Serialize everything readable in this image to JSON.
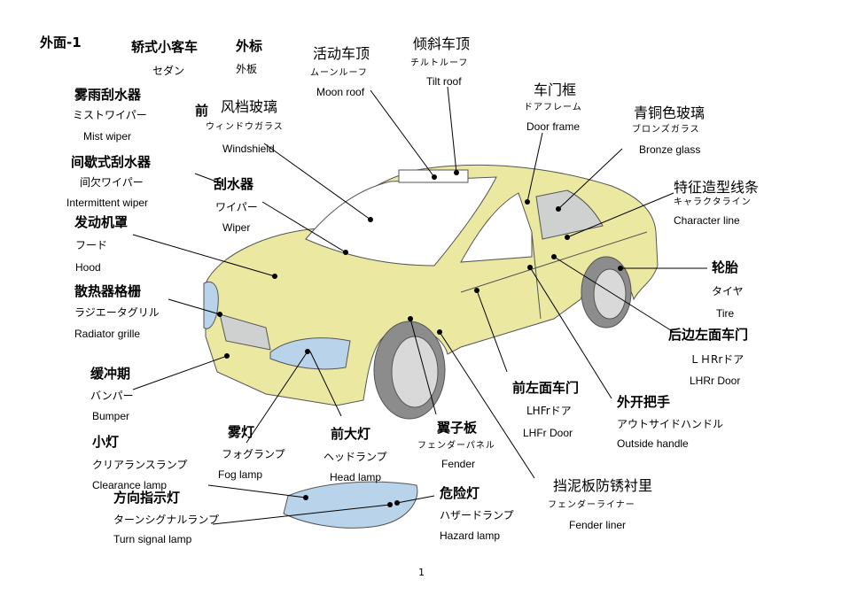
{
  "page": {
    "title": "外面-1",
    "page_number": "1"
  },
  "labels": {
    "sedan": {
      "zh": "轿式小客车",
      "jp": "セダン"
    },
    "exterior": {
      "zh": "外标",
      "jp": "外板"
    },
    "moon_roof": {
      "zh": "活动车顶",
      "jp": "ムーンルーフ",
      "en": "Moon roof"
    },
    "tilt_roof": {
      "zh": "倾斜车顶",
      "jp": "チルトルーフ",
      "en": "Tilt roof"
    },
    "door_frame": {
      "zh": "车门框",
      "jp": "ドアフレーム",
      "en": "Door frame"
    },
    "bronze_glass": {
      "zh": "青铜色玻璃",
      "jp": "ブロンズガラス",
      "en": "Bronze glass"
    },
    "mist_wiper": {
      "zh": "雾雨刮水器",
      "jp": "ミストワイパー",
      "en": "Mist wiper"
    },
    "front": {
      "zh": "前"
    },
    "windshield": {
      "zh": "风档玻璃",
      "jp": "ウィンドウガラス",
      "en": "Windshield"
    },
    "intermittent": {
      "zh": "间歇式刮水器",
      "jp": "间欠ワイパー",
      "en": "Intermittent wiper"
    },
    "wiper": {
      "zh": "刮水器",
      "jp": "ワイパー",
      "en": "Wiper"
    },
    "character_line": {
      "zh": "特征造型线条",
      "jp": "キャラクタライン",
      "en": "Character line"
    },
    "hood": {
      "zh": "发动机罩",
      "jp": "フード",
      "en": "Hood"
    },
    "tire": {
      "zh": "轮胎",
      "jp": "タイヤ",
      "en": "Tire"
    },
    "radiator": {
      "zh": "散热器格栅",
      "jp": "ラジエータグリル",
      "en": "Radiator grille"
    },
    "rear_left_door": {
      "zh": "后边左面车门",
      "jp": "ＬＨRrドア",
      "en": "LHRr Door"
    },
    "bumper": {
      "zh": "缓冲期",
      "jp": "バンパー",
      "en": "Bumper"
    },
    "front_left_door": {
      "zh": "前左面车门",
      "jp": "LHFrドア",
      "en": "LHFr Door"
    },
    "outside_handle": {
      "zh": "外开把手",
      "jp": "アウトサイドハンドル",
      "en": "Outside handle"
    },
    "fog_lamp": {
      "zh": "雾灯",
      "jp": "フォグランプ",
      "en": "Fog lamp"
    },
    "head_lamp": {
      "zh": "前大灯",
      "jp": "ヘッドランプ",
      "en": "Head lamp"
    },
    "fender": {
      "zh": "翼子板",
      "jp": "フェンダーパネル",
      "en": "Fender"
    },
    "clearance": {
      "zh": "小灯",
      "jp": "クリアランスランプ",
      "en": "Clearance lamp"
    },
    "hazard": {
      "zh": "危险灯",
      "jp": "ハザードランプ",
      "en": "Hazard  lamp"
    },
    "turn_signal": {
      "zh": "方向指示灯",
      "jp": "ターンシグナルランプ",
      "en": "Turn signal lamp"
    },
    "fender_liner": {
      "zh": "挡泥板防锈衬里",
      "jp": "フェンダーライナー",
      "en": "Fender liner"
    }
  },
  "colors": {
    "body": "#ebe9a1",
    "glass": "#cfd0d0",
    "light": "#b9d3ea",
    "tire": "#8c8c8c",
    "rim": "#d9d9d9",
    "line": "#000000"
  }
}
